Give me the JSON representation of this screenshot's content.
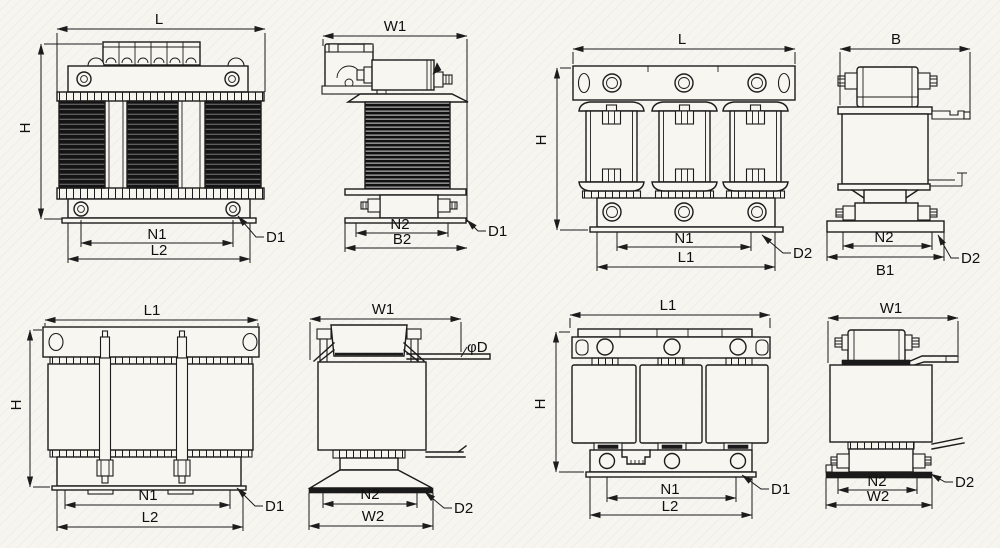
{
  "figure": {
    "kind": "reactor outline dimensional drawing",
    "colors": {
      "background": "#f6f5f0",
      "line": "#1c1c1c",
      "coil_fill": "#141414"
    }
  },
  "views": {
    "tl": {
      "top": "L",
      "side": "H",
      "inner": "N1",
      "outer": "L2",
      "hole": "D1"
    },
    "tm": {
      "top": "W1",
      "inner": "N2",
      "outer": "B2",
      "hole": "D1"
    },
    "trf": {
      "top": "L",
      "side": "H",
      "inner": "N1",
      "outer": "L1",
      "hole": "D2"
    },
    "trs": {
      "top": "B",
      "inner": "N2",
      "outer": "B1",
      "hole": "D2"
    },
    "bl": {
      "top": "L1",
      "side": "H",
      "inner": "N1",
      "outer": "L2",
      "hole": "D1"
    },
    "bm": {
      "top": "W1",
      "lead": "φD",
      "inner": "N2",
      "outer": "W2",
      "hole": "D2"
    },
    "brf": {
      "top": "L1",
      "side": "H",
      "inner": "N1",
      "outer": "L2",
      "hole": "D1"
    },
    "brs": {
      "top": "W1",
      "inner": "N2",
      "outer": "W2",
      "hole": "D2"
    }
  }
}
